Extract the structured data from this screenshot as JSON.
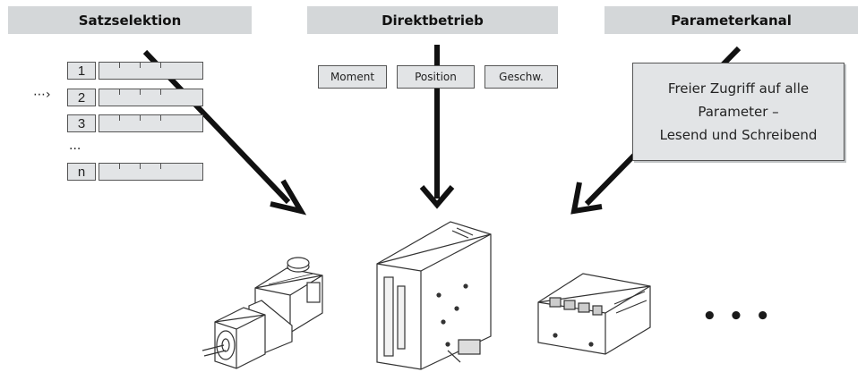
{
  "headers": {
    "left": "Satzselektion",
    "middle": "Direktbetrieb",
    "right": "Parameterkanal"
  },
  "record_list": {
    "indices": [
      "1",
      "2",
      "3",
      "n"
    ],
    "ellipsis": "...",
    "pointer": "⋯›"
  },
  "direct_modes": [
    "Moment",
    "Position",
    "Geschw."
  ],
  "parameter_box": {
    "lines": [
      "Freier Zugriff auf alle",
      "Parameter –",
      "Lesend und Schreibend"
    ]
  },
  "more_devices": "• • •",
  "colors": {
    "header_bg": "#d4d7d9",
    "box_bg": "#e2e4e6",
    "arrow": "#111111"
  }
}
